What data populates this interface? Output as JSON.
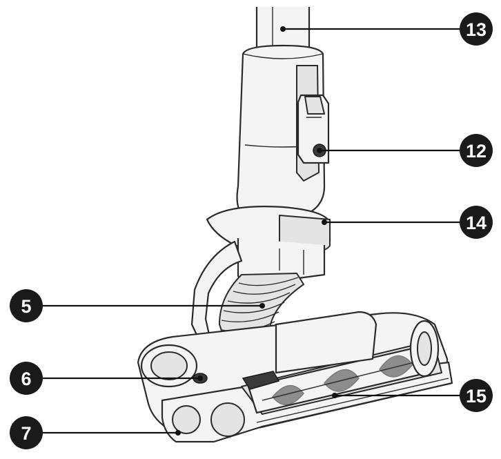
{
  "callouts": [
    {
      "id": "13",
      "label": "13"
    },
    {
      "id": "12",
      "label": "12"
    },
    {
      "id": "14",
      "label": "14"
    },
    {
      "id": "5",
      "label": "5"
    },
    {
      "id": "6",
      "label": "6"
    },
    {
      "id": "15",
      "label": "15"
    },
    {
      "id": "7",
      "label": "7"
    }
  ],
  "colors": {
    "badge": "#1a1a1a",
    "badge_text": "#ffffff",
    "line": "#2a2a2a"
  }
}
